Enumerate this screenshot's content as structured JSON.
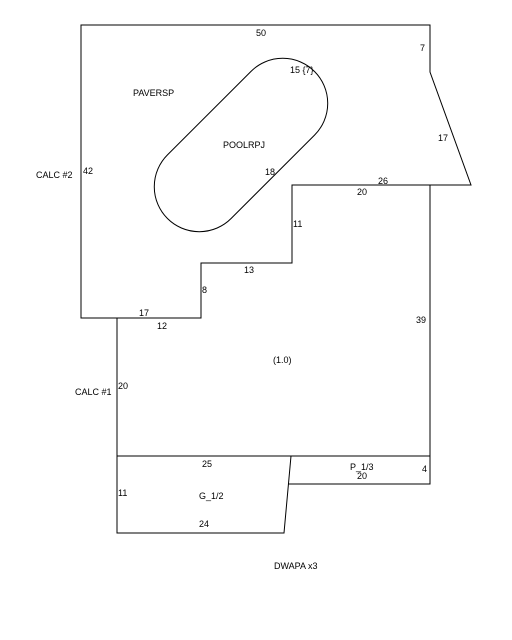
{
  "colors": {
    "stroke": "#000000",
    "background": "#ffffff"
  },
  "sketch": {
    "calc2": {
      "label": "CALC #2",
      "area_label": "PAVERSP",
      "dims": {
        "top": "50",
        "right_upper": "7",
        "right_slant": "17",
        "right_lower": "26",
        "left": "42",
        "bottom_left": "17"
      }
    },
    "pool": {
      "label": "POOLRPJ",
      "dims": {
        "arc": "15 {7}",
        "side": "18"
      }
    },
    "calc1": {
      "label": "CALC #1",
      "area_label": "(1.0)",
      "dims": {
        "top_right": "20",
        "step_vertical_1": "11",
        "step_horizontal_1": "13",
        "step_vertical_2": "8",
        "bottom_left": "12",
        "right": "39",
        "left": "20"
      }
    },
    "garage": {
      "label": "G_1/2",
      "dims": {
        "top": "25",
        "left": "11",
        "bottom": "24"
      }
    },
    "porch": {
      "label": "P_1/3",
      "dims": {
        "right": "4",
        "bottom": "20"
      }
    },
    "footer": {
      "label": "DWAPA x3"
    }
  }
}
